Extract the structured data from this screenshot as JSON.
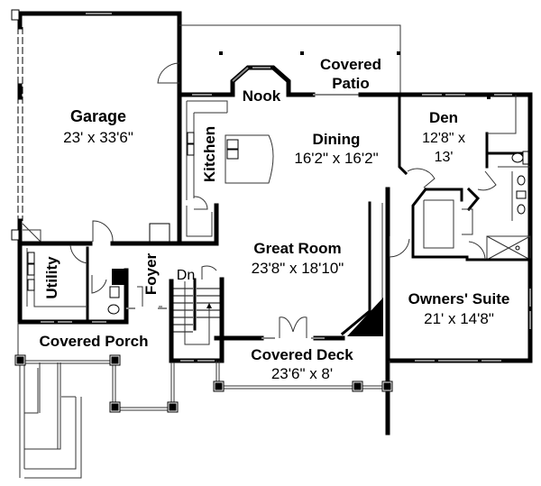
{
  "plan": {
    "rooms": [
      {
        "id": "garage",
        "name": "Garage",
        "dims": "23' x 33'6\""
      },
      {
        "id": "nook",
        "name": "Nook",
        "dims": ""
      },
      {
        "id": "covered-patio",
        "name": "Covered Patio",
        "line1": "Covered",
        "line2": "Patio"
      },
      {
        "id": "kitchen",
        "name": "Kitchen"
      },
      {
        "id": "dining",
        "name": "Dining",
        "dims": "16'2\" x 16'2\""
      },
      {
        "id": "den",
        "name": "Den",
        "dims_line1": "12'8\" x",
        "dims_line2": "13'"
      },
      {
        "id": "great-room",
        "name": "Great Room",
        "dims": "23'8\" x 18'10\""
      },
      {
        "id": "utility",
        "name": "Utility"
      },
      {
        "id": "foyer",
        "name": "Foyer"
      },
      {
        "id": "stairs",
        "name": "Dn"
      },
      {
        "id": "owners-suite",
        "name": "Owners' Suite",
        "dims": "21' x 14'8\""
      },
      {
        "id": "covered-porch",
        "name": "Covered Porch"
      },
      {
        "id": "covered-deck",
        "name": "Covered Deck",
        "dims": "23'6\" x 8'"
      }
    ]
  }
}
